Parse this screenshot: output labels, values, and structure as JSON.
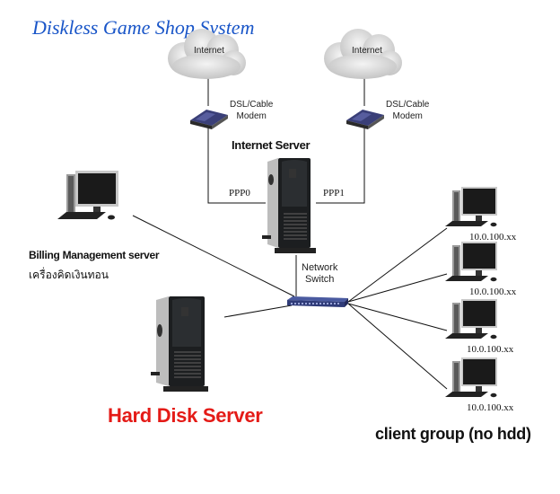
{
  "title": "Diskless Game Shop System",
  "internet_nodes": [
    {
      "label": "Internet",
      "modem_label_line1": "DSL/Cable",
      "modem_label_line2": "Modem",
      "link_label": "PPP0"
    },
    {
      "label": "Internet",
      "modem_label_line1": "DSL/Cable",
      "modem_label_line2": "Modem",
      "link_label": "PPP1"
    }
  ],
  "internet_server": {
    "label": "Internet Server"
  },
  "billing_server": {
    "label": "Billing Management server",
    "sublabel": "เครื่องคิดเงินทอน"
  },
  "switch": {
    "label_line1": "Network",
    "label_line2": "Switch"
  },
  "hard_disk_server": {
    "label": "Hard Disk Server",
    "color": "#e41b17"
  },
  "clients": [
    {
      "ip": "10.0.100.xx"
    },
    {
      "ip": "10.0.100.xx"
    },
    {
      "ip": "10.0.100.xx"
    },
    {
      "ip": "10.0.100.xx"
    }
  ],
  "client_group": {
    "label": "client group (no hdd)"
  },
  "colors": {
    "title": "#1a56c8",
    "wire": "#111111",
    "switch": "#3b4a8c"
  }
}
